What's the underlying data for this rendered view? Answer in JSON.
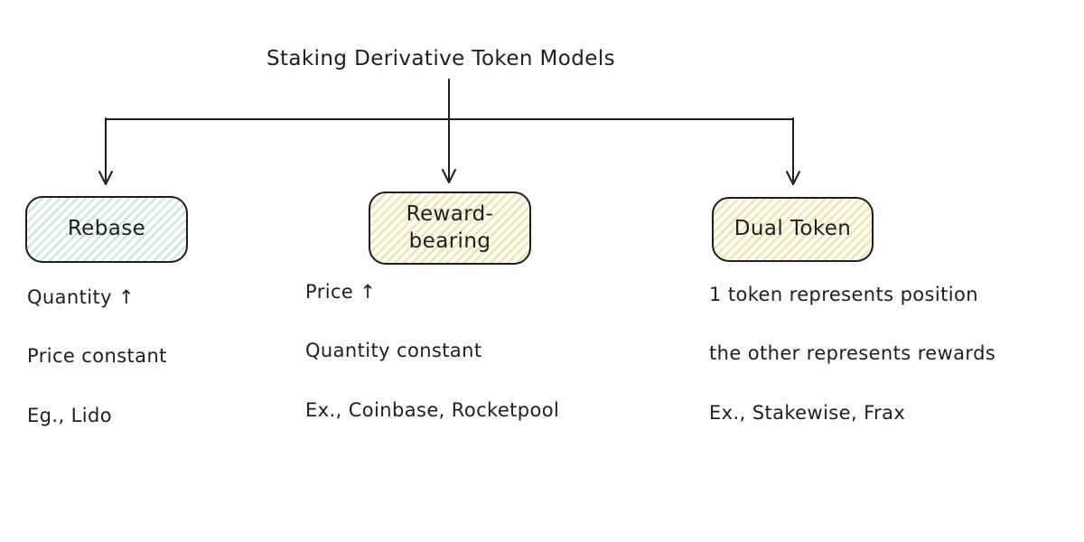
{
  "title": "Staking Derivative Token Models",
  "nodes": [
    {
      "label": "Rebase",
      "fill_style": "green-hatch",
      "details": [
        "Quantity ↑",
        "Price constant",
        "Eg., Lido"
      ]
    },
    {
      "label": "Reward-bearing",
      "fill_style": "yellow-hatch",
      "details": [
        "Price ↑",
        "Quantity constant",
        "Ex., Coinbase, Rocketpool"
      ]
    },
    {
      "label": "Dual Token",
      "fill_style": "yellow-hatch",
      "details": [
        "1 token represents position",
        "the other represents rewards",
        "Ex., Stakewise, Frax"
      ]
    }
  ],
  "colors": {
    "green_hatch": "#c9e9d2",
    "yellow_hatch": "#f1e2ab",
    "line": "#1e1e1e",
    "text": "#1f1f1f",
    "background": "#fdfdfd"
  }
}
